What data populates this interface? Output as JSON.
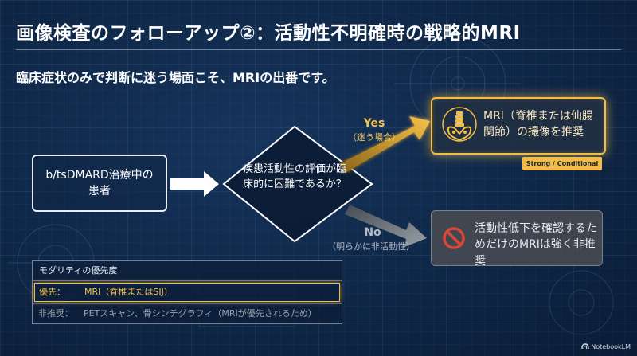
{
  "slide": {
    "title": "画像検査のフォローアップ②：活動性不明確時の戦略的MRI",
    "subtitle": "臨床症状のみで判断に迷う場面こそ、MRIの出番です。"
  },
  "flow": {
    "patient": "b/tsDMARD治療中の患者",
    "decision": "疾患活動性の評価が臨床的に困難であるか？",
    "yes_label": "Yes",
    "yes_sub": "（迷う場合）",
    "no_label": "No",
    "no_sub": "（明らかに非活動性）",
    "mri_recommendation": "MRI（脊椎または仙腸関節）の撮像を推奨",
    "strength": "Strong / Conditional",
    "not_recommended": "活動性低下を確認するためだけのMRIは強く非推奨"
  },
  "modality": {
    "header": "モダリティの優先度",
    "rows": [
      {
        "category": "優先：",
        "value": "MRI（脊椎またはSIJ）"
      },
      {
        "category": "非推奨：",
        "value": "PETスキャン、骨シンチグラフィ（MRIが優先されるため）"
      }
    ]
  },
  "brand": "NotebookLM",
  "icons": {
    "mri": "spine-pelvis-icon",
    "not_recommended": "prohibited-icon",
    "brand": "notebooklm-logo-icon"
  },
  "colors": {
    "accent": "#f3bd45",
    "background": "#0f2747",
    "muted": "#9aa3ae"
  }
}
